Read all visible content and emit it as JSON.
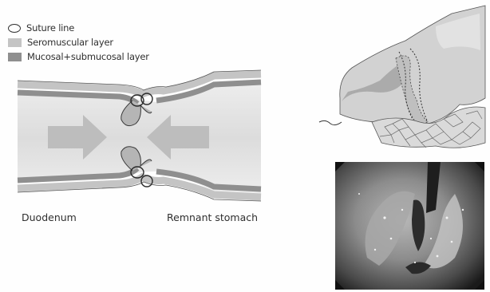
{
  "legend": {
    "items": [
      {
        "label": "Suture line",
        "swatch": "circle",
        "color": "#333333"
      },
      {
        "label": "Seromuscular layer",
        "swatch": "rect",
        "color": "#c4c4c4"
      },
      {
        "label": "Mucosal+submucosal layer",
        "swatch": "rect",
        "color": "#8f8f8f"
      }
    ]
  },
  "captions": {
    "left": "Duodenum",
    "right": "Remnant stomach"
  },
  "colors": {
    "seromuscular": "#c4c4c4",
    "mucosal": "#8f8f8f",
    "lumen": "#e6e6e6",
    "arrow": "#bdbdbd",
    "outline": "#3a3a3a"
  }
}
